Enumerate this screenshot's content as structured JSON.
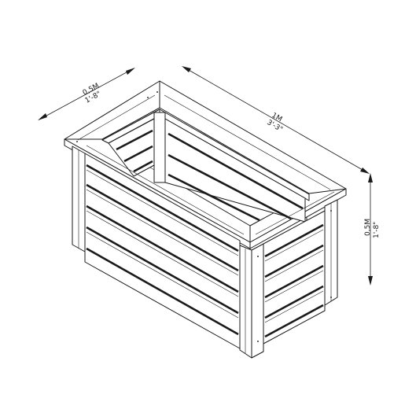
{
  "dimensions": {
    "depth": {
      "metric": "0,5M",
      "imperial": "1'-8\""
    },
    "width": {
      "metric": "1M",
      "imperial": "3'-3\""
    },
    "height": {
      "metric": "0,5M",
      "imperial": "1'-8\""
    }
  },
  "colors": {
    "line": "#1a1a1a",
    "background": "#ffffff"
  }
}
